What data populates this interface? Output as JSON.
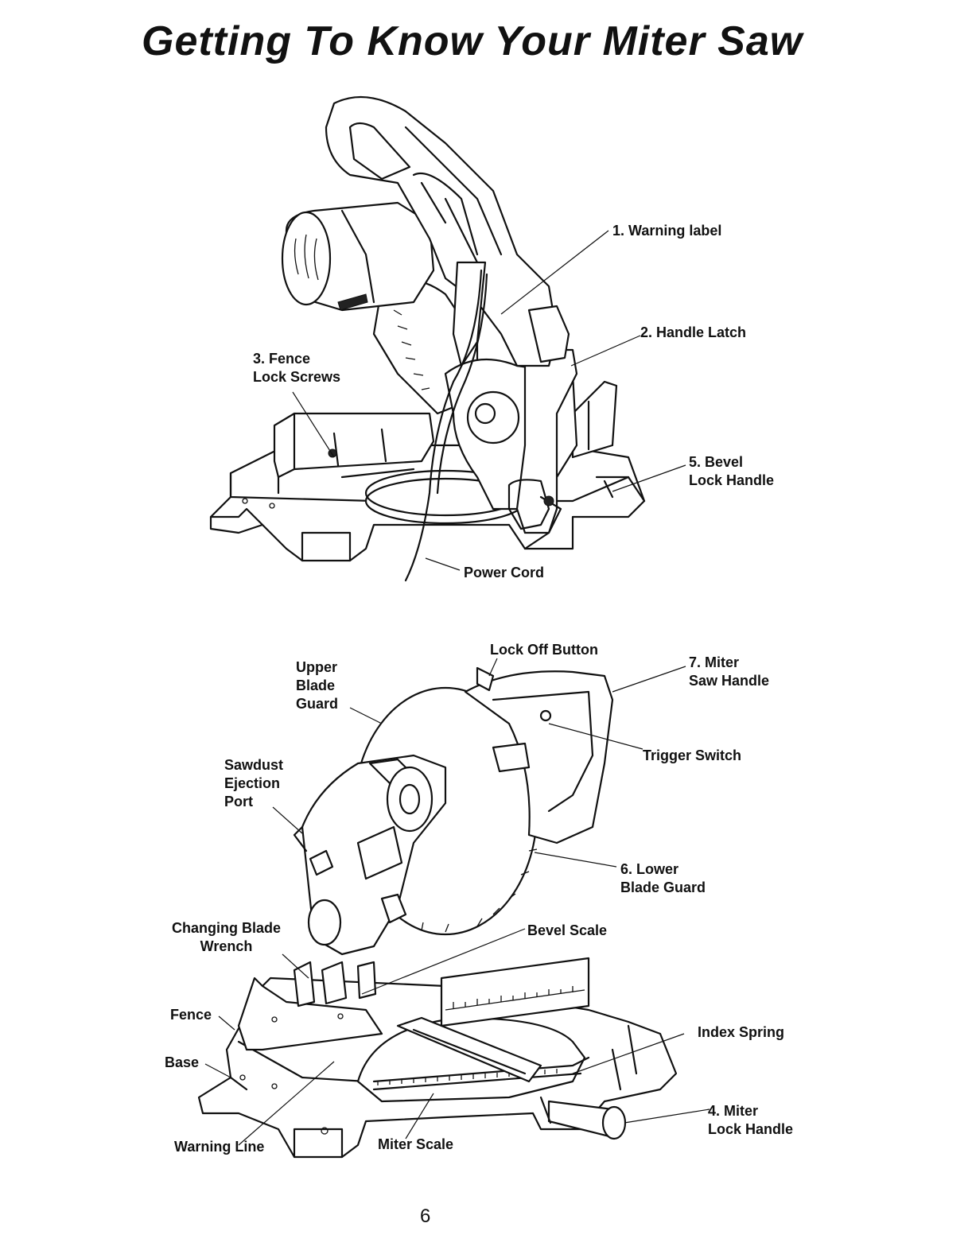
{
  "page": {
    "title": "Getting To Know Your Miter Saw",
    "page_number": "6"
  },
  "top_figure": {
    "labels": {
      "warning_label": "1. Warning label",
      "handle_latch": "2. Handle Latch",
      "fence_lock_screws_1": "3. Fence",
      "fence_lock_screws_2": "Lock Screws",
      "bevel_lock_handle_1": "5. Bevel",
      "bevel_lock_handle_2": "Lock Handle",
      "power_cord": "Power Cord"
    }
  },
  "bottom_figure": {
    "labels": {
      "lock_off_button": "Lock Off Button",
      "upper_blade_guard_1": "Upper",
      "upper_blade_guard_2": "Blade",
      "upper_blade_guard_3": "Guard",
      "miter_saw_handle_1": "7. Miter",
      "miter_saw_handle_2": "Saw Handle",
      "trigger_switch": "Trigger Switch",
      "sawdust_port_1": "Sawdust",
      "sawdust_port_2": "Ejection",
      "sawdust_port_3": "Port",
      "lower_blade_guard_1": "6. Lower",
      "lower_blade_guard_2": "Blade Guard",
      "changing_wrench_1": "Changing Blade",
      "changing_wrench_2": "Wrench",
      "bevel_scale": "Bevel Scale",
      "fence": "Fence",
      "base": "Base",
      "index_spring": "Index Spring",
      "miter_lock_handle_1": "4. Miter",
      "miter_lock_handle_2": "Lock Handle",
      "warning_line": "Warning Line",
      "miter_scale": "Miter Scale"
    }
  }
}
